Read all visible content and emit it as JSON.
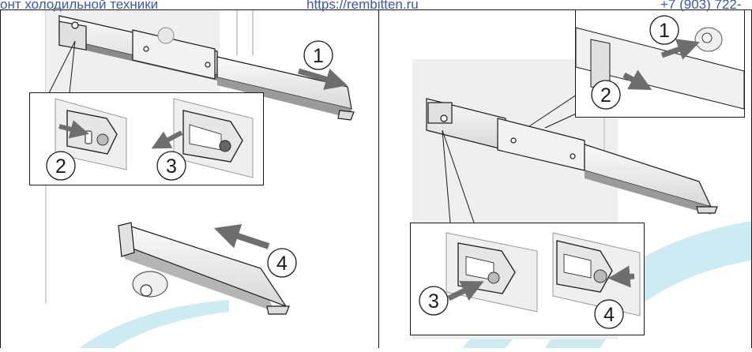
{
  "header": {
    "left": "онт холодильной техники",
    "center": "https://rembitten.ru",
    "right": "+7 (903) 722-"
  },
  "steps": {
    "left_1": "1",
    "left_2": "2",
    "left_3": "3",
    "left_4": "4",
    "right_1": "1",
    "right_2": "2",
    "right_3": "3",
    "right_4": "4"
  },
  "colors": {
    "header_text": "#3a56b8",
    "watermark": "#1aa6c4",
    "arrow": "#6e6e6e",
    "line": "#1a1a1a"
  }
}
